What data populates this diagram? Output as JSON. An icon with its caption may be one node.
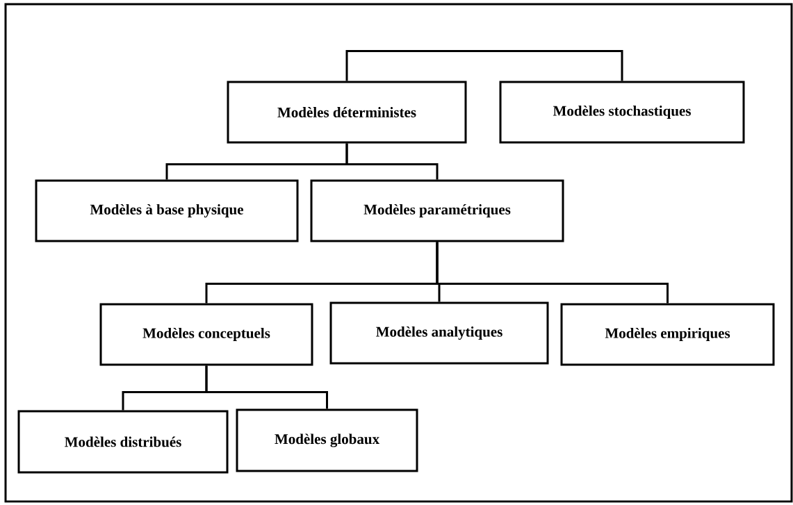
{
  "diagram": {
    "nodes": [
      {
        "text": [
          "Modèles déterministes"
        ]
      },
      {
        "text": [
          "Modèles stochastiques"
        ]
      },
      {
        "text": [
          "Modèles à base physique"
        ]
      },
      {
        "text": [
          "Modèles paramétriques"
        ]
      },
      {
        "text": [
          "Modèles conceptuels"
        ]
      },
      {
        "text": [
          "Modèles analytiques"
        ]
      },
      {
        "text": [
          "Modèles empiriques"
        ]
      },
      {
        "text": [
          "Modèles distribués"
        ]
      },
      {
        "text": [
          "Modèles globaux"
        ]
      }
    ],
    "edges": [
      {
        "from": 0,
        "to": 1,
        "arrow": "none"
      },
      {
        "from": 0,
        "to": 2,
        "arrow": "none"
      },
      {
        "from": 0,
        "to": 3,
        "arrow": "none"
      },
      {
        "from": 3,
        "to": 4,
        "arrow": "none"
      },
      {
        "from": 3,
        "to": 5,
        "arrow": "none"
      },
      {
        "from": 3,
        "to": 6,
        "arrow": "none"
      },
      {
        "from": 4,
        "to": 7,
        "arrow": "none"
      },
      {
        "from": 4,
        "to": 8,
        "arrow": "none"
      }
    ]
  }
}
